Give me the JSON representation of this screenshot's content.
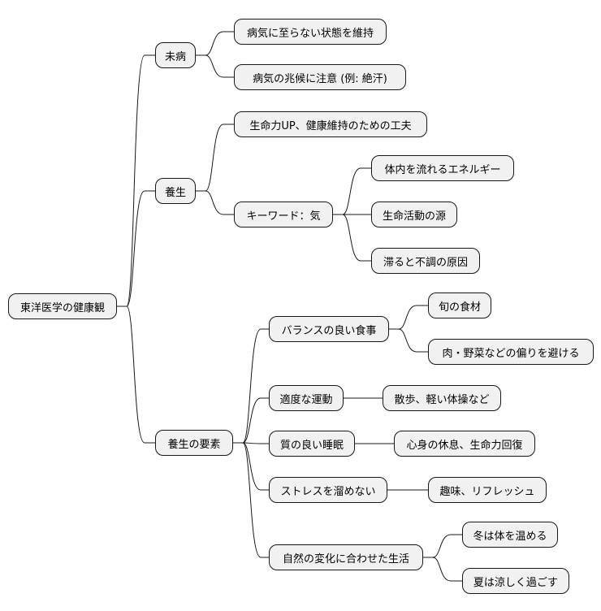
{
  "mindmap": {
    "root": "東洋医学の健康観",
    "branches": [
      {
        "label": "未病",
        "children": [
          {
            "label": "病気に至らない状態を維持"
          },
          {
            "label": "病気の兆候に注意 (例: 絶汗)"
          }
        ]
      },
      {
        "label": "養生",
        "children": [
          {
            "label": "生命力UP、健康維持のための工夫"
          },
          {
            "label": "キーワード：気",
            "children": [
              {
                "label": "体内を流れるエネルギー"
              },
              {
                "label": "生命活動の源"
              },
              {
                "label": "滞ると不調の原因"
              }
            ]
          }
        ]
      },
      {
        "label": "養生の要素",
        "children": [
          {
            "label": "バランスの良い食事",
            "children": [
              {
                "label": "旬の食材"
              },
              {
                "label": "肉・野菜などの偏りを避ける"
              }
            ]
          },
          {
            "label": "適度な運動",
            "children": [
              {
                "label": "散歩、軽い体操など"
              }
            ]
          },
          {
            "label": "質の良い睡眠",
            "children": [
              {
                "label": "心身の休息、生命力回復"
              }
            ]
          },
          {
            "label": "ストレスを溜めない",
            "children": [
              {
                "label": "趣味、リフレッシュ"
              }
            ]
          },
          {
            "label": "自然の変化に合わせた生活",
            "children": [
              {
                "label": "冬は体を温める"
              },
              {
                "label": "夏は涼しく過ごす"
              }
            ]
          }
        ]
      }
    ]
  }
}
